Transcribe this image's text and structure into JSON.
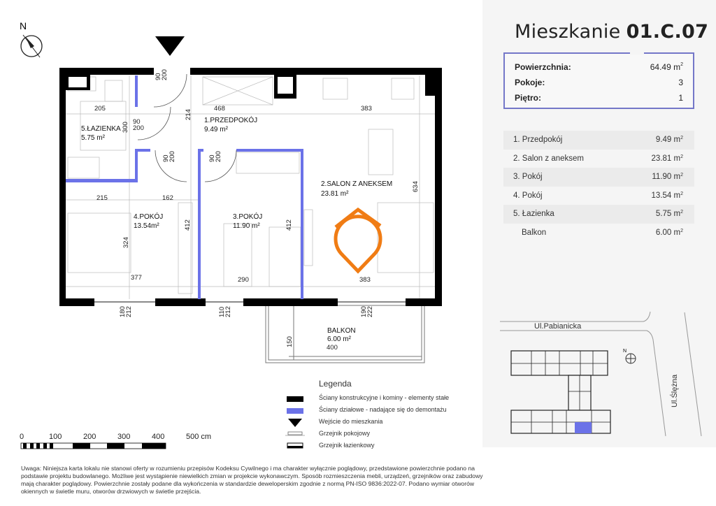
{
  "apartment": {
    "title_prefix": "Mieszkanie",
    "title_number": "01.C.07"
  },
  "summary": [
    {
      "label": "Powierzchnia:",
      "value": "64.49 m",
      "sup": "2"
    },
    {
      "label": "Pokoje:",
      "value": "3"
    },
    {
      "label": "Piętro:",
      "value": "1"
    }
  ],
  "rooms": [
    {
      "label": "1. Przedpokój",
      "value": "9.49 m",
      "sup": "2"
    },
    {
      "label": "2. Salon z aneksem",
      "value": "23.81 m",
      "sup": "2"
    },
    {
      "label": "3. Pokój",
      "value": "11.90 m",
      "sup": "2"
    },
    {
      "label": "4. Pokój",
      "value": "13.54 m",
      "sup": "2"
    },
    {
      "label": "5. Łazienka",
      "value": "5.75 m",
      "sup": "2"
    },
    {
      "label": "Balkon",
      "value": "6.00 m",
      "sup": "2"
    }
  ],
  "plan": {
    "compass": "N",
    "labels": {
      "r1_name": "1.PRZEDPOKÓJ",
      "r1_area": "9.49  m²",
      "r2_name": "2.SALON Z ANEKSEM",
      "r2_area": "23.81  m²",
      "r3_name": "3.POKÓJ",
      "r3_area": "11.90 m²",
      "r4_name": "4.POKÓJ",
      "r4_area": "13.54m²",
      "r5_name": "5.ŁAZIENKA",
      "r5_area": "5.75 m²",
      "balcony_name": "BALKON",
      "balcony_area": "6.00 m²"
    },
    "dims": {
      "d205": "205",
      "d468": "468",
      "d383a": "383",
      "d214": "214",
      "d300": "300",
      "door_w": "90",
      "door_h": "200",
      "d215": "215",
      "d162": "162",
      "d634": "634",
      "d412a": "412",
      "d412b": "412",
      "d324": "324",
      "d377": "377",
      "d290": "290",
      "d383b": "383",
      "w1a": "180",
      "w1b": "212",
      "w2a": "110",
      "w2b": "212",
      "w3a": "190",
      "w3b": "222",
      "d150": "150",
      "d400": "400"
    }
  },
  "legend": {
    "title": "Legenda",
    "items": [
      "Ściany konstrukcyjne i kominy - elementy stałe",
      "Ściany działowe - nadające się do demontażu",
      "Wejście do mieszkania",
      "Grzejnik pokojowy",
      "Grzejnik łazienkowy"
    ],
    "colors": {
      "structural": "#000000",
      "partition": "#6b72e8"
    }
  },
  "scale": {
    "ticks": [
      "0",
      "100",
      "200",
      "300",
      "400",
      "500 cm"
    ]
  },
  "sitemap": {
    "street1": "Ul.Pabianicka",
    "street2": "Ul.Ślężna",
    "compass": "N",
    "highlight": "#6b72e8"
  },
  "footnote": "Uwaga: Niniejsza karta lokalu nie stanowi oferty w rozumieniu przepisów Kodeksu Cywilnego i ma charakter wyłącznie poglądowy, przedstawione powierzchnie podano na podstawie projektu budowlanego. Możliwe jest wystąpienie niewielkich zmian w projekcie wykonawczym. Sposób rozmieszczenia mebli, urządzeń, grzejników oraz zabudowy mają charakter poglądowy. Powierzchnie zostały podane dla wykończenia w standardzie deweloperskim zgodnie z normą PN-ISO 9836:2022-07. Podano wymiar otworów okiennych w świetle muru, otworów drzwiowych w świetle przejścia.",
  "accent": "#f07c14"
}
